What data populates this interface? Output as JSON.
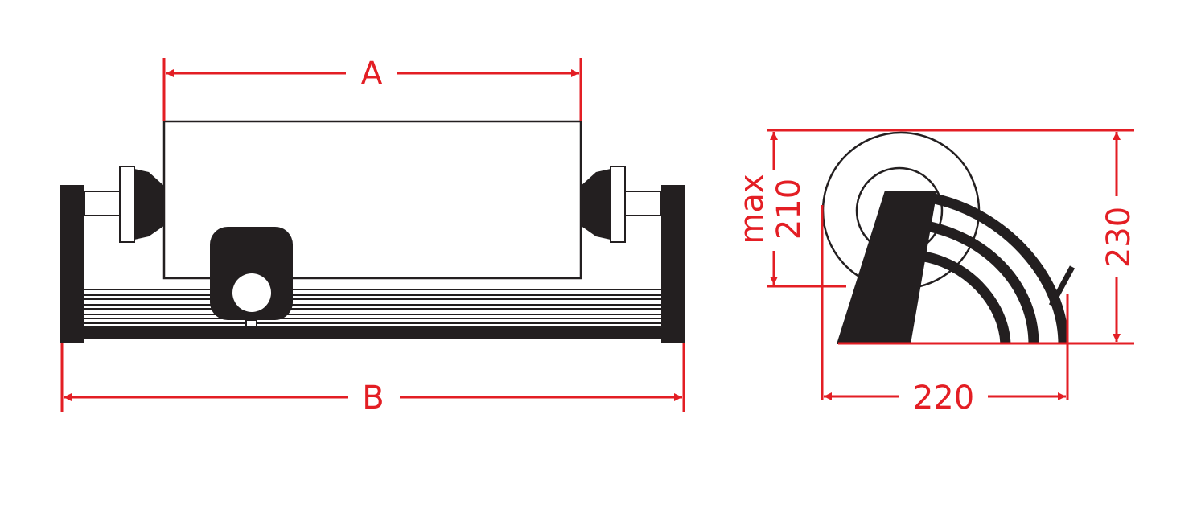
{
  "colors": {
    "dimension": "#e31e24",
    "outline": "#231f20",
    "fill": "#231f20",
    "background": "#ffffff"
  },
  "labels": {
    "width_a": "A",
    "width_b": "B",
    "height_max_prefix": "max",
    "height_max_value": "210",
    "height_total": "230",
    "depth": "220"
  }
}
